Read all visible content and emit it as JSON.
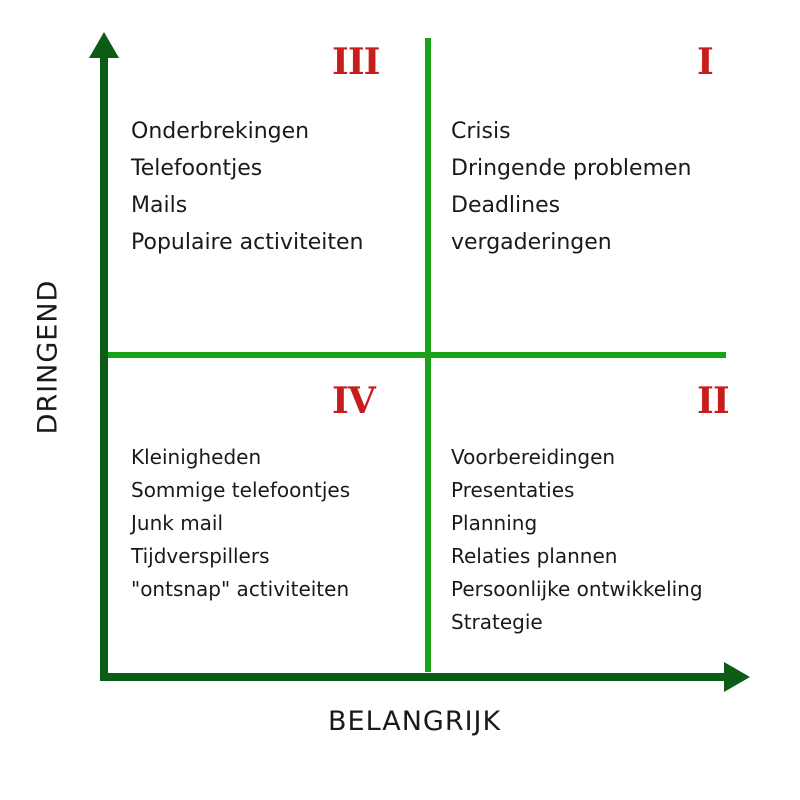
{
  "axes": {
    "x_label": "BELANGRIJK",
    "y_label": "DRINGEND",
    "color": "#0c5c16"
  },
  "dividers": {
    "color": "#1aa11a"
  },
  "numeral_color": "#c81d1d",
  "quadrants": {
    "top_left": {
      "numeral": "III",
      "items": [
        "Onderbrekingen",
        "Telefoontjes",
        "Mails",
        "Populaire activiteiten"
      ]
    },
    "top_right": {
      "numeral": "I",
      "items": [
        "Crisis",
        "Dringende problemen",
        "Deadlines",
        "vergaderingen"
      ]
    },
    "bottom_left": {
      "numeral": "IV",
      "items": [
        "Kleinigheden",
        "Sommige telefoontjes",
        "Junk mail",
        "Tijdverspillers",
        "\"ontsnap\" activiteiten"
      ]
    },
    "bottom_right": {
      "numeral": "II",
      "items": [
        "Voorbereidingen",
        "Presentaties",
        "Planning",
        "Relaties plannen",
        "Persoonlijke ontwikkeling",
        "Strategie"
      ]
    }
  }
}
